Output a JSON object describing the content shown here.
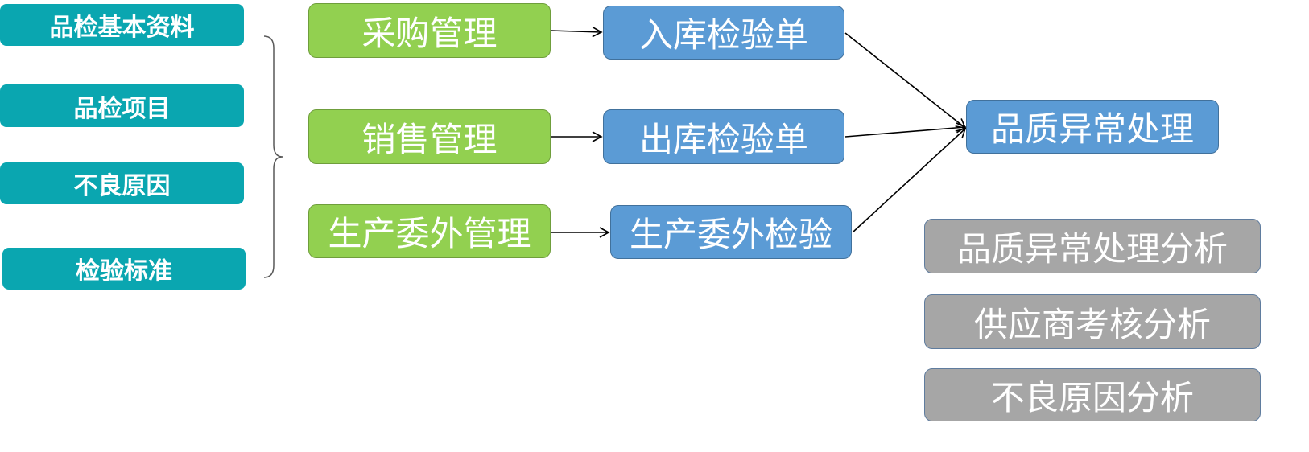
{
  "basic_data": {
    "items": [
      "品检基本资料",
      "品检项目",
      "不良原因",
      "检验标准"
    ]
  },
  "source_modules": [
    "采购管理",
    "销售管理",
    "生产委外管理"
  ],
  "inspection_docs": [
    "入库检验单",
    "出库检验单",
    "生产委外检验"
  ],
  "exception_handling": "品质异常处理",
  "analysis_reports": [
    "品质异常处理分析",
    "供应商考核分析",
    "不良原因分析"
  ],
  "colors": {
    "basic_data": "#0aa6b0",
    "source_modules": "#92d050",
    "inspection_docs": "#5b9bd5",
    "analysis_reports": "#a6a6a6",
    "connector": "#000000",
    "brace": "#595959"
  }
}
